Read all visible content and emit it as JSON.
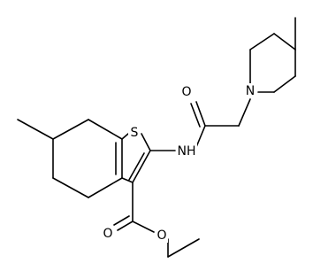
{
  "molecule": {
    "atoms": {
      "sulfur": "S",
      "amide_nh": "NH",
      "amide_o": "O",
      "piperidine_n": "N",
      "ester_o_carbonyl": "O",
      "ester_o_ether": "O"
    }
  }
}
